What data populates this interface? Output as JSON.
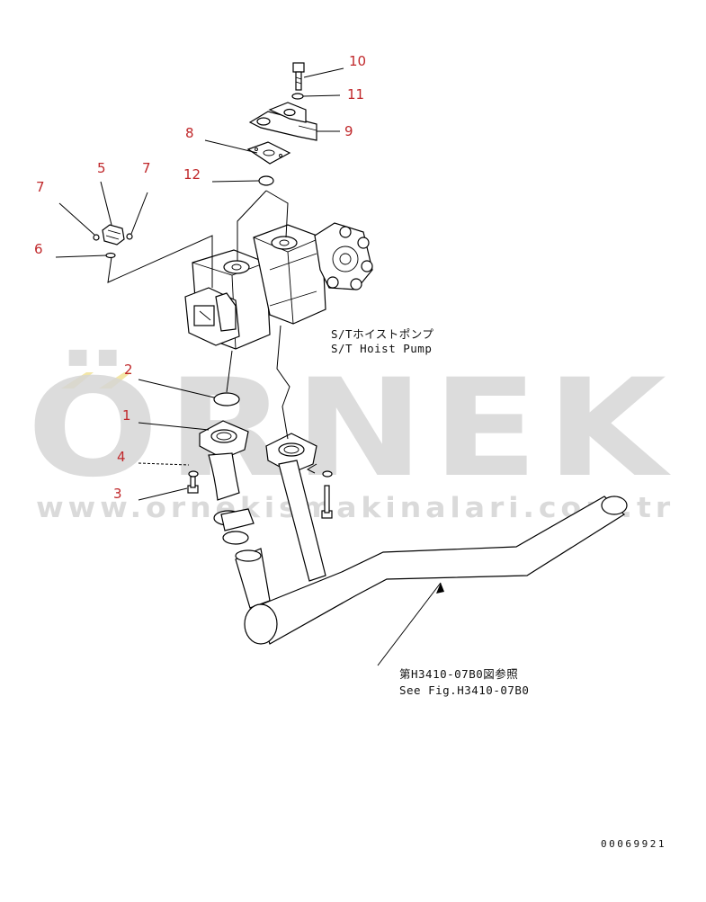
{
  "callouts": [
    {
      "id": "c10",
      "text": "10"
    },
    {
      "id": "c11",
      "text": "11"
    },
    {
      "id": "c9",
      "text": "9"
    },
    {
      "id": "c8",
      "text": "8"
    },
    {
      "id": "c12",
      "text": "12"
    },
    {
      "id": "c5",
      "text": "5"
    },
    {
      "id": "c7a",
      "text": "7"
    },
    {
      "id": "c7b",
      "text": "7"
    },
    {
      "id": "c6",
      "text": "6"
    },
    {
      "id": "c2",
      "text": "2"
    },
    {
      "id": "c1",
      "text": "1"
    },
    {
      "id": "c4",
      "text": "4"
    },
    {
      "id": "c3",
      "text": "3"
    }
  ],
  "labels": {
    "pump_jp": "S/Tホイストポンプ",
    "pump_en": "S/T Hoist Pump",
    "ref_jp": "第H3410-07B0図参照",
    "ref_en": "See Fig.H3410-07B0",
    "drawing_number": "00069921"
  },
  "watermark": {
    "brand": "ÖRNEK",
    "url": "www.ornekismakinalari.com.tr"
  },
  "colors": {
    "callout": "#c0282b",
    "line": "#000000",
    "watermark": "#d6d6d6",
    "watermark_accent": "#f3e6a6"
  }
}
